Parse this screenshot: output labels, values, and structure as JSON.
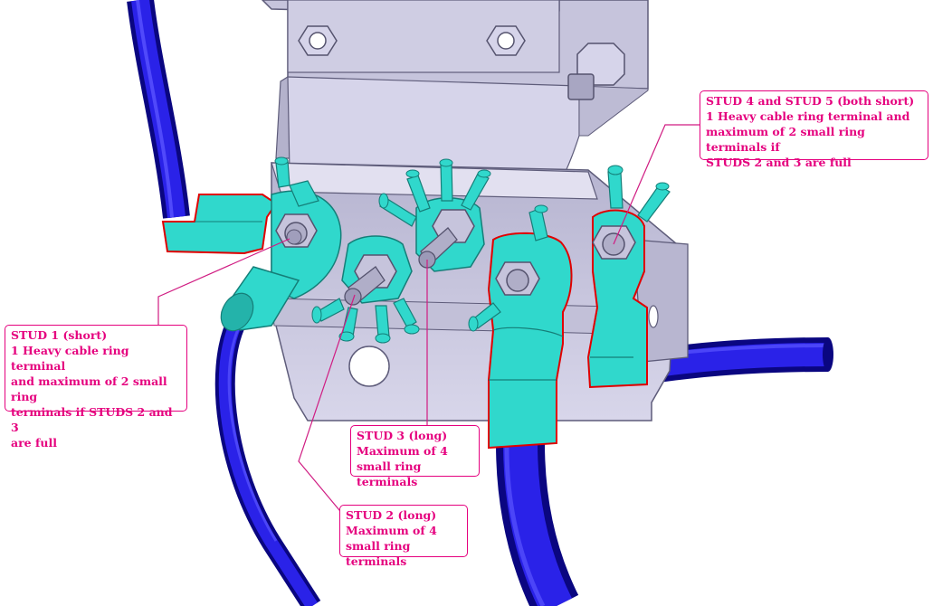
{
  "diagram": {
    "colors": {
      "label_text": "#e5007e",
      "leader_line": "#d01c82",
      "cable": "#1a14c8",
      "cable_dark": "#0a0680",
      "terminal": "#30d8cc",
      "terminal_dark": "#157e78",
      "bracket": "#c8c6de",
      "bracket_dark": "#6e6c8a",
      "terminal_outline": "#e00000"
    },
    "callouts": [
      {
        "id": "stud1",
        "title": "STUD 1 (short)",
        "body": "1 Heavy cable ring terminal\nand maximum of 2 small ring\nterminals if STUDS 2 and 3\nare full"
      },
      {
        "id": "stud2",
        "title": "STUD 2 (long)",
        "body": "Maximum of 4\nsmall ring terminals"
      },
      {
        "id": "stud3",
        "title": "STUD 3 (long)",
        "body": "Maximum of 4\nsmall ring terminals"
      },
      {
        "id": "stud45",
        "title": "STUD 4 and STUD 5 (both short)",
        "body": "1 Heavy cable ring terminal and\nmaximum of 2 small ring terminals if\nSTUDS 2 and 3 are full"
      }
    ]
  }
}
